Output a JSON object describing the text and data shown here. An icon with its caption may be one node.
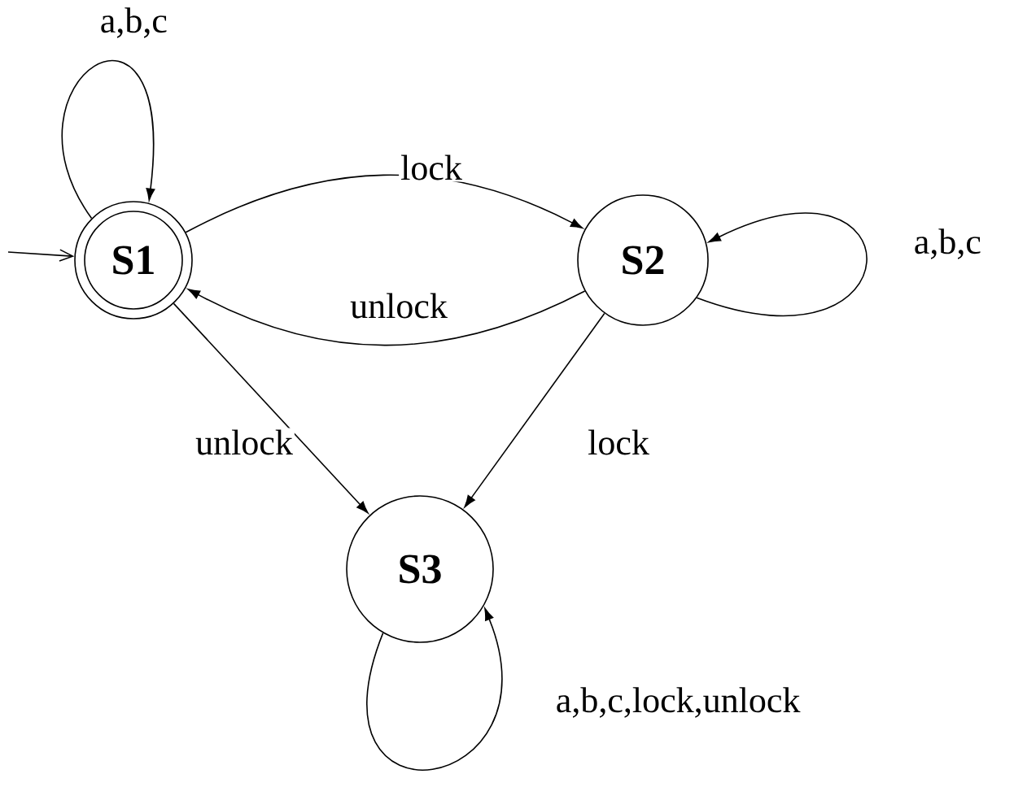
{
  "diagram": {
    "nodes": [
      {
        "text": [
          "S1"
        ]
      },
      {
        "text": [
          "S2"
        ]
      },
      {
        "text": [
          "S3"
        ]
      }
    ],
    "edges": [
      {
        "from": null,
        "to": 0,
        "arrow": "to"
      },
      {
        "from": 0,
        "to": 0,
        "arrow": "to",
        "label": "a,b,c"
      },
      {
        "from": 0,
        "to": 1,
        "arrow": "to",
        "label": "lock"
      },
      {
        "from": 1,
        "to": 0,
        "arrow": "to",
        "label": "unlock"
      },
      {
        "from": 1,
        "to": 1,
        "arrow": "to",
        "label": "a,b,c"
      },
      {
        "from": 0,
        "to": 2,
        "arrow": "to",
        "label": "unlock"
      },
      {
        "from": 1,
        "to": 2,
        "arrow": "to",
        "label": "lock"
      },
      {
        "from": 2,
        "to": 2,
        "arrow": "to",
        "label": "a,b,c,lock,unlock"
      }
    ]
  }
}
